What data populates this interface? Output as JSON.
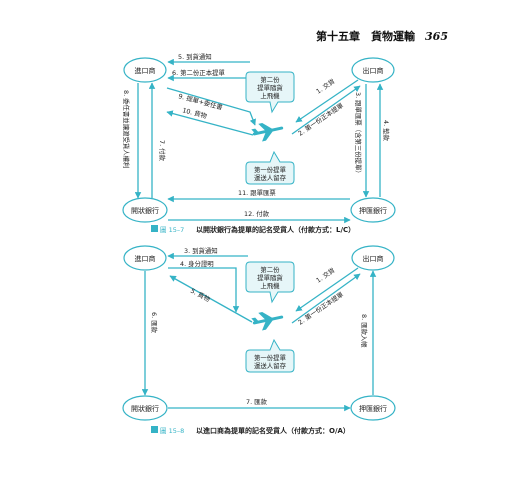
{
  "header": {
    "chapter": "第十五章　貨物運輸",
    "page": "365"
  },
  "fig1": {
    "nodes": {
      "importer": "進口商",
      "exporter": "出口商",
      "issuing_bank": "開狀銀行",
      "negotiating_bank": "押匯銀行"
    },
    "plane_bubble": [
      "第二份",
      "提單隨貨",
      "上飛機"
    ],
    "carrier_bubble": [
      "第一份提單",
      "運送人留存"
    ],
    "labels": {
      "a1": "1. 交貨",
      "a2": "2. 第一份正本提單",
      "a3": "3. 跟單匯票（含第三份提單）",
      "a4": "4. 墊款",
      "a5": "5. 到貨通知",
      "a6": "6. 第二份正本提單",
      "a7": "7. 付款",
      "a8": "8. 委任書並讓渡受貨人權利",
      "a9": "9. 提單+委任書",
      "a10": "10. 貨物",
      "a11": "11. 跟單匯票",
      "a12": "12. 付款"
    },
    "caption_num": "圖 15–7",
    "caption": "以開狀銀行為提單的記名受貨人（付款方式：L/C）"
  },
  "fig2": {
    "nodes": {
      "importer": "進口商",
      "exporter": "出口商",
      "issuing_bank": "開狀銀行",
      "negotiating_bank": "押匯銀行"
    },
    "plane_bubble": [
      "第二份",
      "提單隨貨",
      "上飛機"
    ],
    "carrier_bubble": [
      "第一份提單",
      "運送人留存"
    ],
    "labels": {
      "a1": "1. 交貨",
      "a2": "2. 第一份正本提單",
      "a3": "3. 到貨通知",
      "a4": "4. 身分證明",
      "a5": "5. 貨物",
      "a6": "6. 匯款",
      "a7": "7. 匯款",
      "a8": "8. 匯款入帳"
    },
    "caption_num": "圖 15–8",
    "caption": "以進口商為提單的記名受貨人（付款方式：O/A）"
  },
  "colors": {
    "accent": "#35b3c6",
    "bubble_fill": "#e6f6f8"
  }
}
